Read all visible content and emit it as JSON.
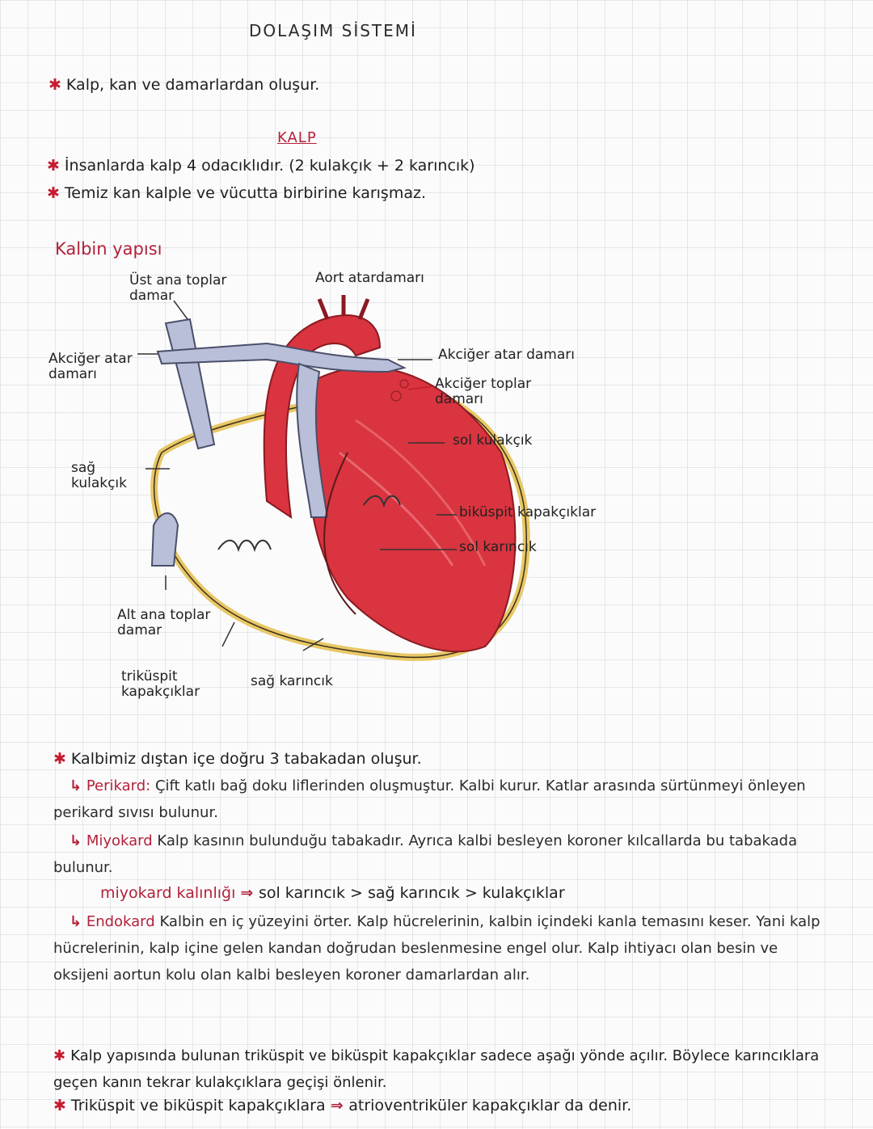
{
  "title": "DOLAŞIM SİSTEMİ",
  "intro": "Kalp, kan ve damarlardan oluşur.",
  "kalp_heading": "KALP",
  "kalp_points": [
    "İnsanlarda kalp 4 odacıklıdır. (2 kulakçık + 2 karıncık)",
    "Temiz kan kalple ve vücutta birbirine karışmaz."
  ],
  "structure_heading": "Kalbin yapısı",
  "labels": {
    "ust_ana_topdamar": "Üst ana toplar damar",
    "aort": "Aort atardamarı",
    "akciger_atardamari_left": "Akciğer atar damarı",
    "akciger_atardamari_right": "Akciğer atar damarı",
    "akciger_toplardamari": "Akciğer toplar damarı",
    "sol_kulakcik": "sol kulakçık",
    "sag_kulakcik": "sağ kulakçık",
    "bikuspit": "biküspit kapakçıklar",
    "sol_karincik": "sol karıncık",
    "alt_ana_toplardamar": "Alt ana toplar damar",
    "trikuspit": "triküspit kapakçıklar",
    "sag_karincik": "sağ karıncık"
  },
  "layers": {
    "intro": "Kalbimiz dıştan içe doğru 3 tabakadan oluşur.",
    "perikard_term": "Perikard:",
    "perikard_text": "Çift katlı bağ doku liflerinden oluşmuştur. Kalbi kurur. Katlar arasında sürtünmeyi önleyen perikard sıvısı bulunur.",
    "miyokard_term": "Miyokard",
    "miyokard_text": "Kalp kasının bulunduğu tabakadır. Ayrıca kalbi besleyen koroner kılcallarda bu tabakada bulunur.",
    "miyokard_thickness_term": "miyokard kalınlığı",
    "miyokard_thickness_text": "sol karıncık > sağ karıncık > kulakçıklar",
    "endokard_term": "Endokard",
    "endokard_text": "Kalbin en iç yüzeyini örter. Kalp hücrelerinin, kalbin içindeki kanla temasını keser. Yani kalp hücrelerinin, kalp içine gelen kandan doğrudan beslenmesine engel olur. Kalp ihtiyacı olan besin ve oksijeni aortun kolu olan kalbi besleyen koroner damarlardan alır."
  },
  "valves": {
    "p1": "Kalp yapısında bulunan triküspit ve biküspit kapakçıklar sadece aşağı yönde açılır. Böylece karıncıklara geçen kanın tekrar kulakçıklara geçişi önlenir.",
    "p2_a": "Triküspit ve biküspit kapakçıklara",
    "p2_b": "atrioventriküler kapakçıklar da denir."
  },
  "colors": {
    "accent_red": "#b3213a",
    "heart_red": "#d9343f",
    "vein_blue": "#b9bfd8",
    "pericardium_yellow": "#e8c766"
  }
}
